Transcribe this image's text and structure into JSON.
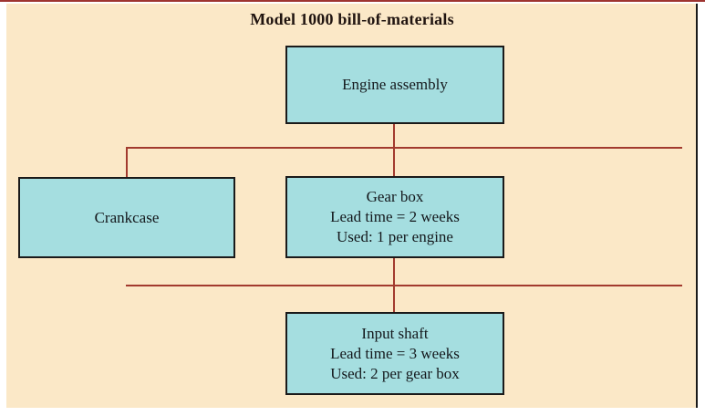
{
  "diagram": {
    "title": "Model 1000 bill-of-materials",
    "nodes": {
      "engine_assembly": {
        "lines": [
          "Engine assembly"
        ]
      },
      "crankcase": {
        "lines": [
          "Crankcase"
        ]
      },
      "gear_box": {
        "lines": [
          "Gear box",
          "Lead time = 2 weeks",
          "Used: 1 per engine"
        ]
      },
      "input_shaft": {
        "lines": [
          "Input shaft",
          "Lead time = 3 weeks",
          "Used: 2 per gear box"
        ]
      }
    },
    "colors": {
      "panel_bg": "#FBE8C7",
      "node_fill": "#A5DEE0",
      "node_border": "#1A1A1A",
      "connector": "#A23A2E",
      "top_rule": "#9E3430"
    }
  }
}
